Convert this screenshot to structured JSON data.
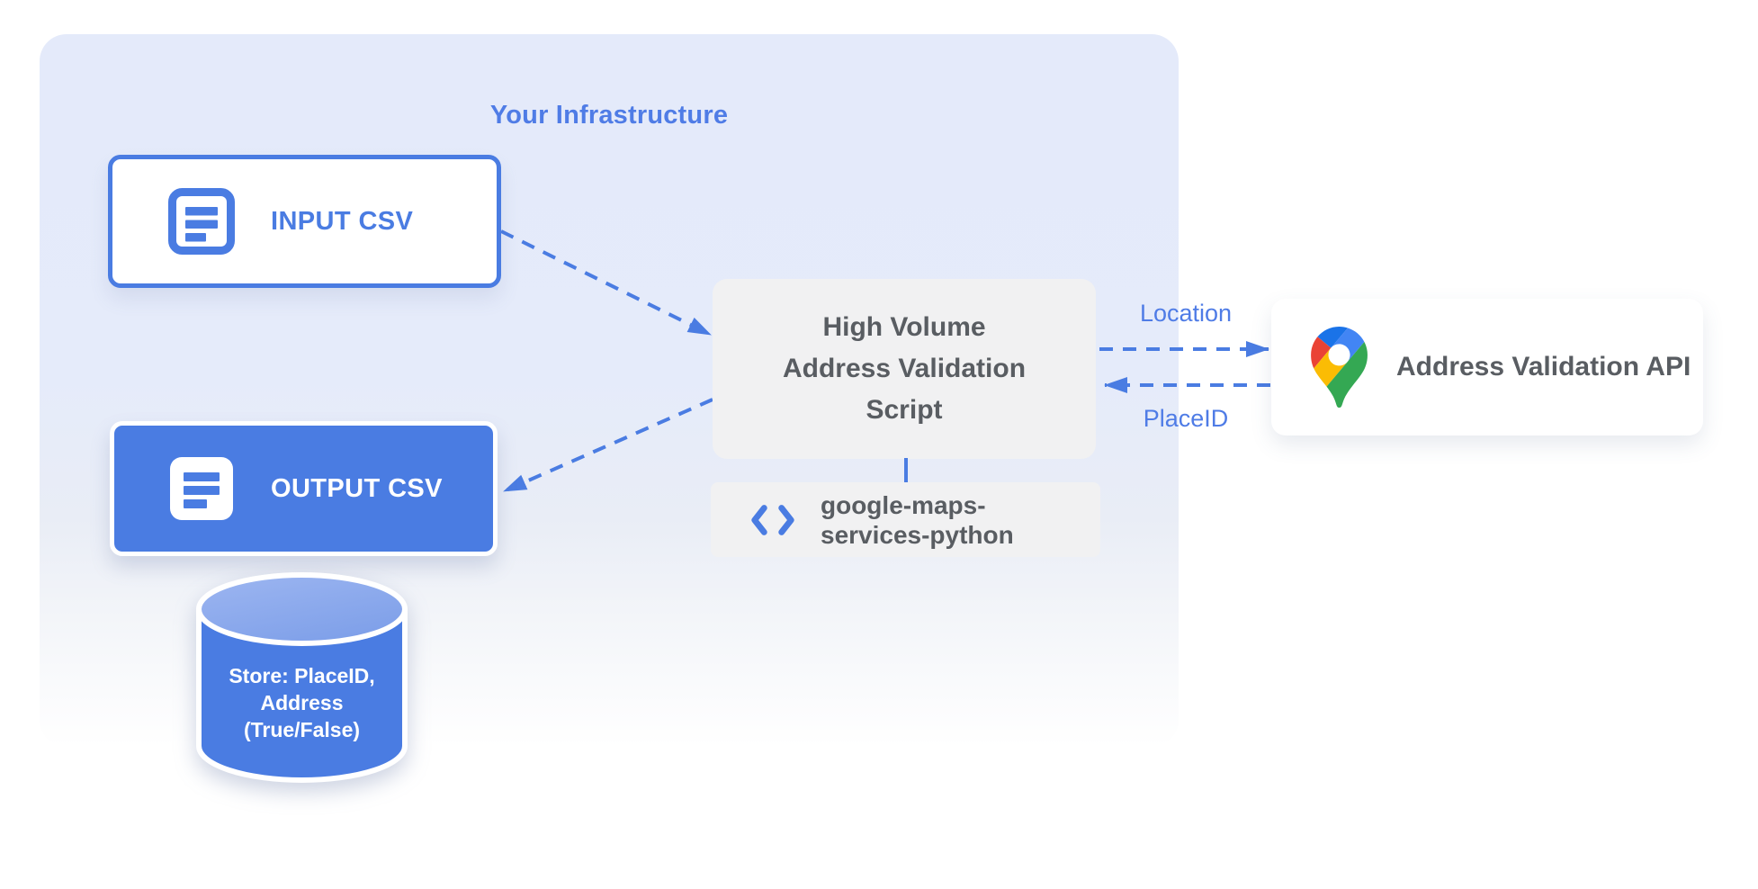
{
  "diagram": {
    "title": "Your Infrastructure",
    "input_box": {
      "label": "INPUT CSV",
      "icon": "document-icon"
    },
    "output_box": {
      "label": "OUTPUT CSV",
      "icon": "document-icon"
    },
    "datastore": {
      "lines": [
        "Store: PlaceID,",
        "Address",
        "(True/False)"
      ]
    },
    "script_box": {
      "lines": [
        "High Volume",
        "Address Validation",
        "Script"
      ]
    },
    "library_box": {
      "lines": [
        "google-maps-",
        "services-python"
      ],
      "icon": "code-icon"
    },
    "api_box": {
      "label": "Address Validation API",
      "icon": "google-maps-pin-icon"
    },
    "edge_labels": {
      "location": "Location",
      "placeid": "PlaceID"
    },
    "colors": {
      "accent_blue": "#4a7ce2",
      "title_blue": "#4f7ce6",
      "container_fill": "#e5ebfa",
      "cylinder_body": "#4a7ce2",
      "cylinder_top": "#8faeef",
      "gray_box": "#f1f1f2",
      "dark_text": "#595d62",
      "pin_dark_blue": "#1a73e8",
      "pin_red": "#ea4335",
      "pin_blue": "#4285f4",
      "pin_yellow": "#fbbc04",
      "pin_green": "#34a853"
    }
  }
}
